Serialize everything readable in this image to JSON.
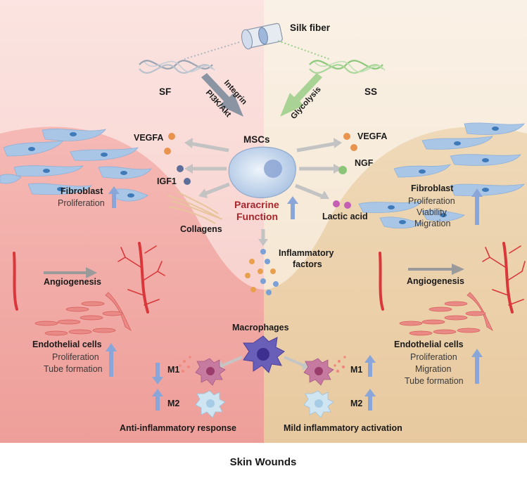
{
  "top": {
    "silk_fiber": "Silk fiber",
    "sf": "SF",
    "ss": "SS",
    "integrin": "Integrin",
    "pi3k": "PI3K/Akt",
    "glycolysis": "Glycolysis"
  },
  "center": {
    "mscs": "MSCs",
    "paracrine_1": "Paracrine",
    "paracrine_2": "Function",
    "inflammatory_1": "Inflammatory",
    "inflammatory_2": "factors",
    "macrophages": "Macrophages"
  },
  "left": {
    "vegfa": "VEGFA",
    "igf1": "IGF1",
    "collagens": "Collagens",
    "fibroblast": "Fibroblast",
    "fibroblast_items": [
      "Proliferation"
    ],
    "angiogenesis": "Angiogenesis",
    "endothelial": "Endothelial cells",
    "endothelial_items": [
      "Proliferation",
      "Tube formation"
    ],
    "m1": "M1",
    "m2": "M2",
    "response": "Anti-inflammatory response"
  },
  "right": {
    "vegfa": "VEGFA",
    "ngf": "NGF",
    "lactic": "Lactic acid",
    "fibroblast": "Fibroblast",
    "fibroblast_items": [
      "Proliferation",
      "Viability",
      "Migration"
    ],
    "angiogenesis": "Angiogenesis",
    "endothelial": "Endothelial cells",
    "endothelial_items": [
      "Proliferation",
      "Migration",
      "Tube formation"
    ],
    "m1": "M1",
    "m2": "M2",
    "response": "Mild inflammatory activation"
  },
  "footer": {
    "title": "Skin Wounds"
  },
  "colors": {
    "left_bg": "#f9d9d6",
    "right_bg": "#f7ebd9",
    "left_tissue": "#f2a8a4",
    "right_tissue": "#ecd2ad",
    "up_arrow": "#8aa6d8",
    "gray_arrow": "#b8b8b8",
    "paracrine": "#a8262c"
  }
}
